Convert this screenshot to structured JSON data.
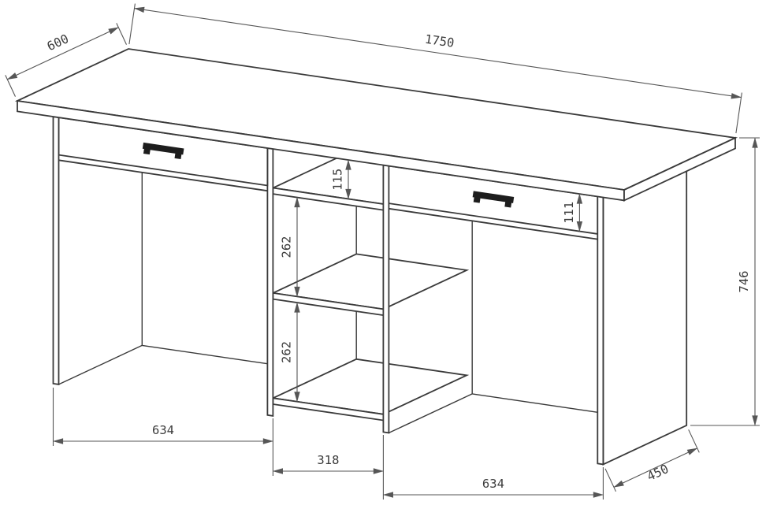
{
  "drawing": {
    "kind": "furniture technical drawing",
    "subject": "two-pedestal desk with open center shelves, dimensioned isometric view"
  },
  "dims": {
    "top_depth": "600",
    "total_width": "1750",
    "total_height": "746",
    "top_shelf_gap": "115",
    "shelf_gap_upper": "262",
    "shelf_gap_lower": "262",
    "drawer_height": "111",
    "left_pedestal_width": "634",
    "niche_width": "318",
    "right_pedestal_width": "634",
    "pedestal_depth": "450"
  }
}
